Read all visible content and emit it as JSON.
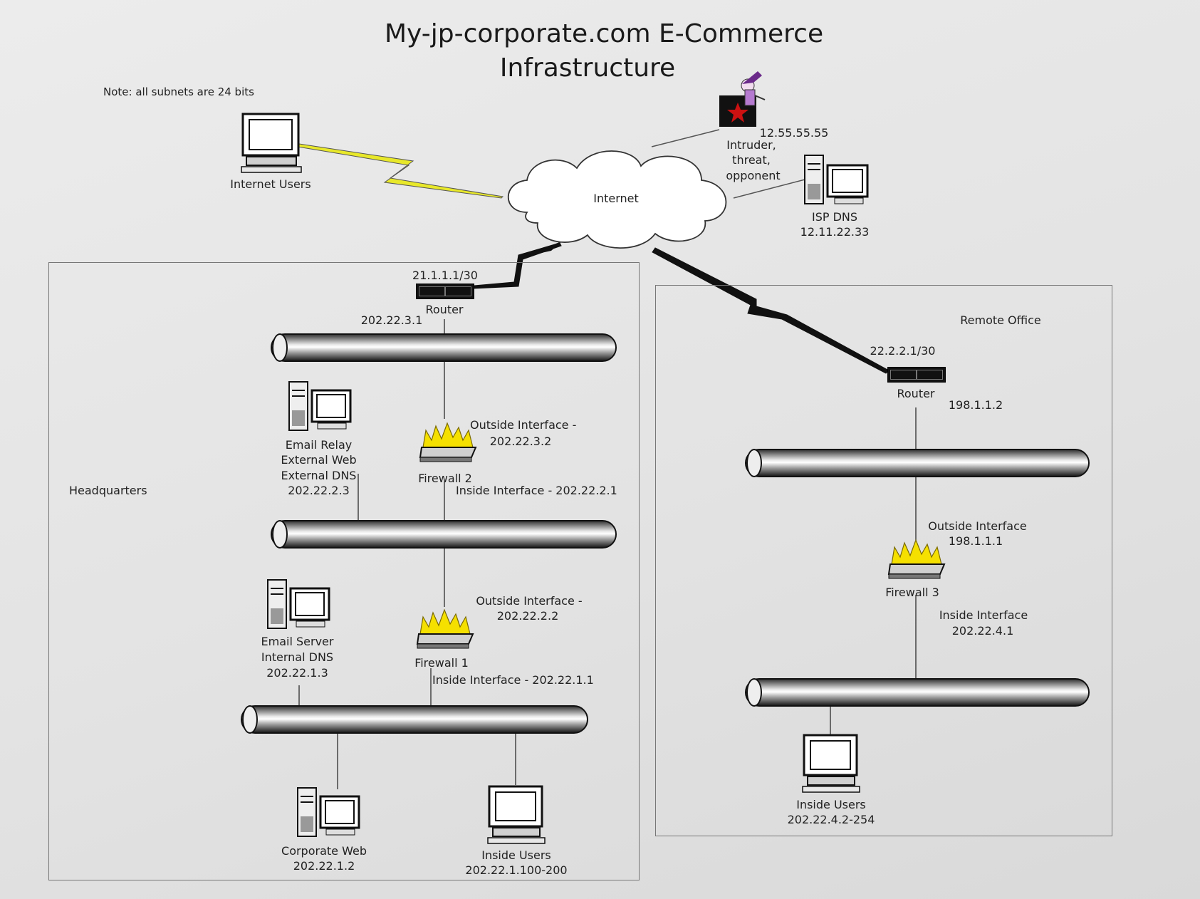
{
  "title_line1": "My-jp-corporate.com E-Commerce",
  "title_line2": "Infrastructure",
  "note": "Note: all subnets are 24 bits",
  "internet_label": "Internet",
  "internet_users_label": "Internet Users",
  "intruder": {
    "ip": "12.55.55.55",
    "line1": "Intruder,",
    "line2": "threat,",
    "line3": "opponent"
  },
  "isp_dns": {
    "label": "ISP DNS",
    "ip": "12.11.22.33"
  },
  "headquarters": {
    "label": "Headquarters",
    "router_wan": "21.1.1.1/30",
    "router_label": "Router",
    "router_lan": "202.22.3.1",
    "email_relay": {
      "line1": "Email Relay",
      "line2": "External Web",
      "line3": "External DNS",
      "ip": "202.22.2.3"
    },
    "firewall2": {
      "outside_line1": "Outside Interface -",
      "outside_line2": "202.22.3.2",
      "label": "Firewall 2",
      "inside": "Inside Interface - 202.22.2.1"
    },
    "email_server": {
      "line1": "Email Server",
      "line2": "Internal DNS",
      "ip": "202.22.1.3"
    },
    "firewall1": {
      "outside_line1": "Outside Interface -",
      "outside_line2": "202.22.2.2",
      "label": "Firewall 1",
      "inside": "Inside Interface - 202.22.1.1"
    },
    "corporate_web": {
      "label": "Corporate  Web",
      "ip": "202.22.1.2"
    },
    "inside_users": {
      "label": "Inside Users",
      "ip": "202.22.1.100-200"
    }
  },
  "remote_office": {
    "label": "Remote Office",
    "router_wan": "22.2.2.1/30",
    "router_label": "Router",
    "router_lan": "198.1.1.2",
    "firewall3": {
      "outside_line1": "Outside Interface",
      "outside_line2": "198.1.1.1",
      "label": "Firewall 3",
      "inside_line1": "Inside Interface",
      "inside_line2": "202.22.4.1"
    },
    "inside_users": {
      "label": "Inside Users",
      "ip": "202.22.4.2-254"
    }
  },
  "colors": {
    "lightning_internet_users": "#e8e82a",
    "lightning_wan": "#111111",
    "firewall_flame": "#f5e000",
    "intruder_red": "#cc1111"
  }
}
